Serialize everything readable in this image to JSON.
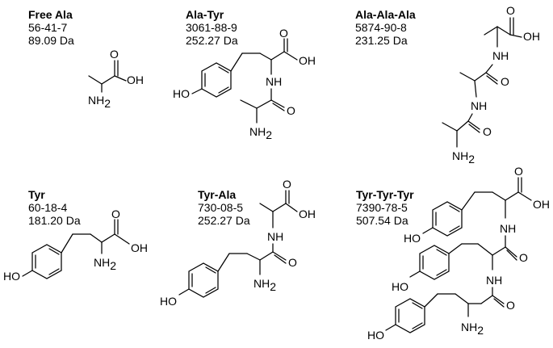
{
  "compounds": [
    {
      "name": "Free Ala",
      "cas": "56-41-7",
      "mass": "89.09 Da"
    },
    {
      "name": "Ala-Tyr",
      "cas": "3061-88-9",
      "mass": "252.27 Da"
    },
    {
      "name": "Ala-Ala-Ala",
      "cas": "5874-90-8",
      "mass": "231.25 Da"
    },
    {
      "name": "Tyr",
      "cas": "60-18-4",
      "mass": "181.20 Da"
    },
    {
      "name": "Tyr-Ala",
      "cas": "730-08-5",
      "mass": "252.27 Da"
    },
    {
      "name": "Tyr-Tyr-Tyr",
      "cas": "7390-78-5",
      "mass": "507.54 Da"
    }
  ],
  "atoms": {
    "oh": "OH",
    "o": "O",
    "nh": "NH",
    "nh2_n": "NH",
    "nh2_sub": "2",
    "ho": "HO"
  }
}
